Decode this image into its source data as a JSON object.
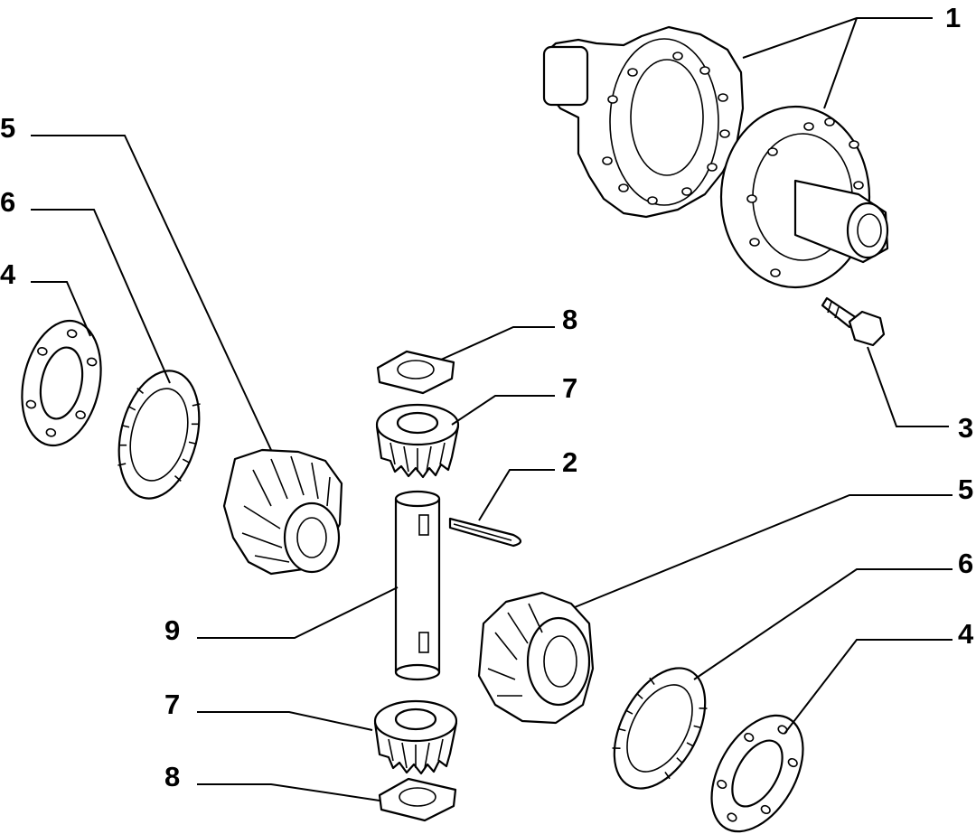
{
  "callouts": [
    {
      "id": "c1",
      "text": "1"
    },
    {
      "id": "c3",
      "text": "3"
    },
    {
      "id": "c5a",
      "text": "5"
    },
    {
      "id": "c6a",
      "text": "6"
    },
    {
      "id": "c4a",
      "text": "4"
    },
    {
      "id": "c8a",
      "text": "8"
    },
    {
      "id": "c7a",
      "text": "7"
    },
    {
      "id": "c2",
      "text": "2"
    },
    {
      "id": "c5b",
      "text": "5"
    },
    {
      "id": "c6b",
      "text": "6"
    },
    {
      "id": "c4b",
      "text": "4"
    },
    {
      "id": "c9",
      "text": "9"
    },
    {
      "id": "c7b",
      "text": "7"
    },
    {
      "id": "c8b",
      "text": "8"
    }
  ]
}
